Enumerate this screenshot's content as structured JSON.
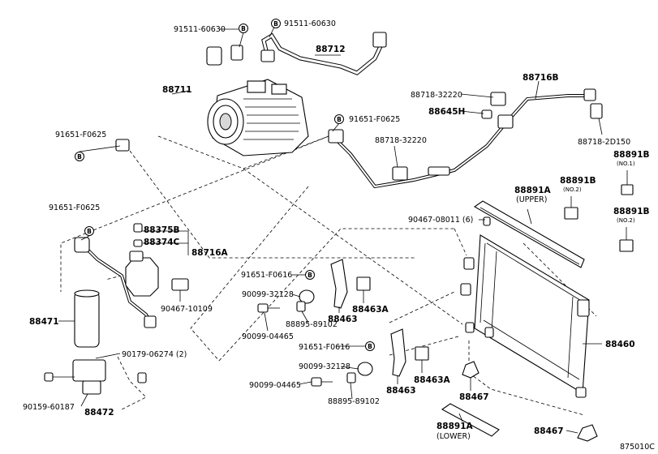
{
  "bolt_marker": "B",
  "labels": {
    "p91511_left": "91511-60630",
    "p91511_right": "91511-60630",
    "p88712": "88712",
    "p88711": "88711",
    "p91651_left_top": "91651-F0625",
    "p91651_mid": "91651-F0625",
    "p88718_top": "88718-32220",
    "p88716b": "88716B",
    "p88645h": "88645H",
    "p88718_mid": "88718-32220",
    "p88718_2d150": "88718-2D150",
    "p88891b_no1": "88891B",
    "p88891b_no1_note": "(NO.1)",
    "p88891b_no2a": "88891B",
    "p88891b_no2a_note": "(NO.2)",
    "p88891b_no2b": "88891B",
    "p88891b_no2b_note": "(NO.2)",
    "p88891a_upper": "88891A",
    "p88891a_upper_note": "(UPPER)",
    "p90467_08011": "90467-08011 (6)",
    "p91651_left_mid": "91651-F0625",
    "p88375b": "88375B",
    "p88374c": "88374C",
    "p88716a": "88716A",
    "p91651_f0616_top": "91651-F0616",
    "p90099_32128_top": "90099-32128",
    "p88895_top": "88895-89102",
    "p90099_04465_top": "90099-04465",
    "p88463_top": "88463",
    "p88463a_top": "88463A",
    "p90467_10109": "90467-10109",
    "p88471": "88471",
    "p90179": "90179-06274 (2)",
    "p90159": "90159-60187",
    "p88472": "88472",
    "p91651_f0616_bot": "91651-F0616",
    "p90099_32128_bot": "90099-32128",
    "p90099_04465_bot": "90099-04465",
    "p88895_bot": "88895-89102",
    "p88463_bot": "88463",
    "p88463a_bot": "88463A",
    "p88460": "88460",
    "p88467_mid": "88467",
    "p88467_bot": "88467",
    "p88891a_lower": "88891A",
    "p88891a_lower_note": "(LOWER)",
    "catalog_code": "875010C"
  }
}
